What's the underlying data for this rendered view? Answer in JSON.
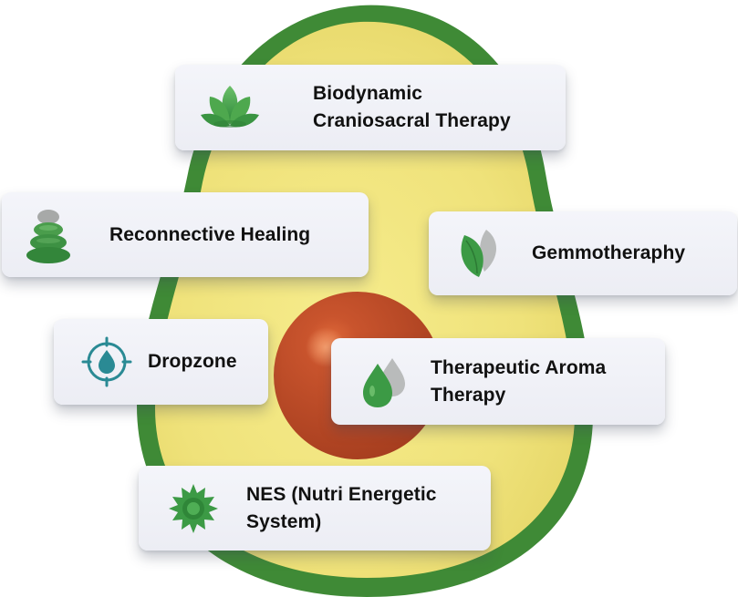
{
  "diagram": {
    "colors": {
      "skin": "#3f8f3a",
      "flesh": "#f1e67c",
      "pit": "#b94a26",
      "card": "#f1f2f7",
      "text": "#111111",
      "icon_green": "#3c9a45",
      "icon_teal": "#2a8a94"
    },
    "cards": [
      {
        "id": "biodynamic",
        "label": "Biodynamic\nCraniosacral Therapy",
        "icon": "lotus-icon"
      },
      {
        "id": "reconnective",
        "label": "Reconnective Healing",
        "icon": "stacked-stones-icon"
      },
      {
        "id": "gemmo",
        "label": "Gemmotheraphy",
        "icon": "leaf-icon"
      },
      {
        "id": "dropzone",
        "label": "Dropzone",
        "icon": "drop-target-icon"
      },
      {
        "id": "aroma",
        "label": "Therapeutic Aroma\nTherapy",
        "icon": "oil-drops-icon"
      },
      {
        "id": "nes",
        "label": "NES (Nutri Energetic\nSystem)",
        "icon": "spiky-seal-icon"
      }
    ]
  }
}
